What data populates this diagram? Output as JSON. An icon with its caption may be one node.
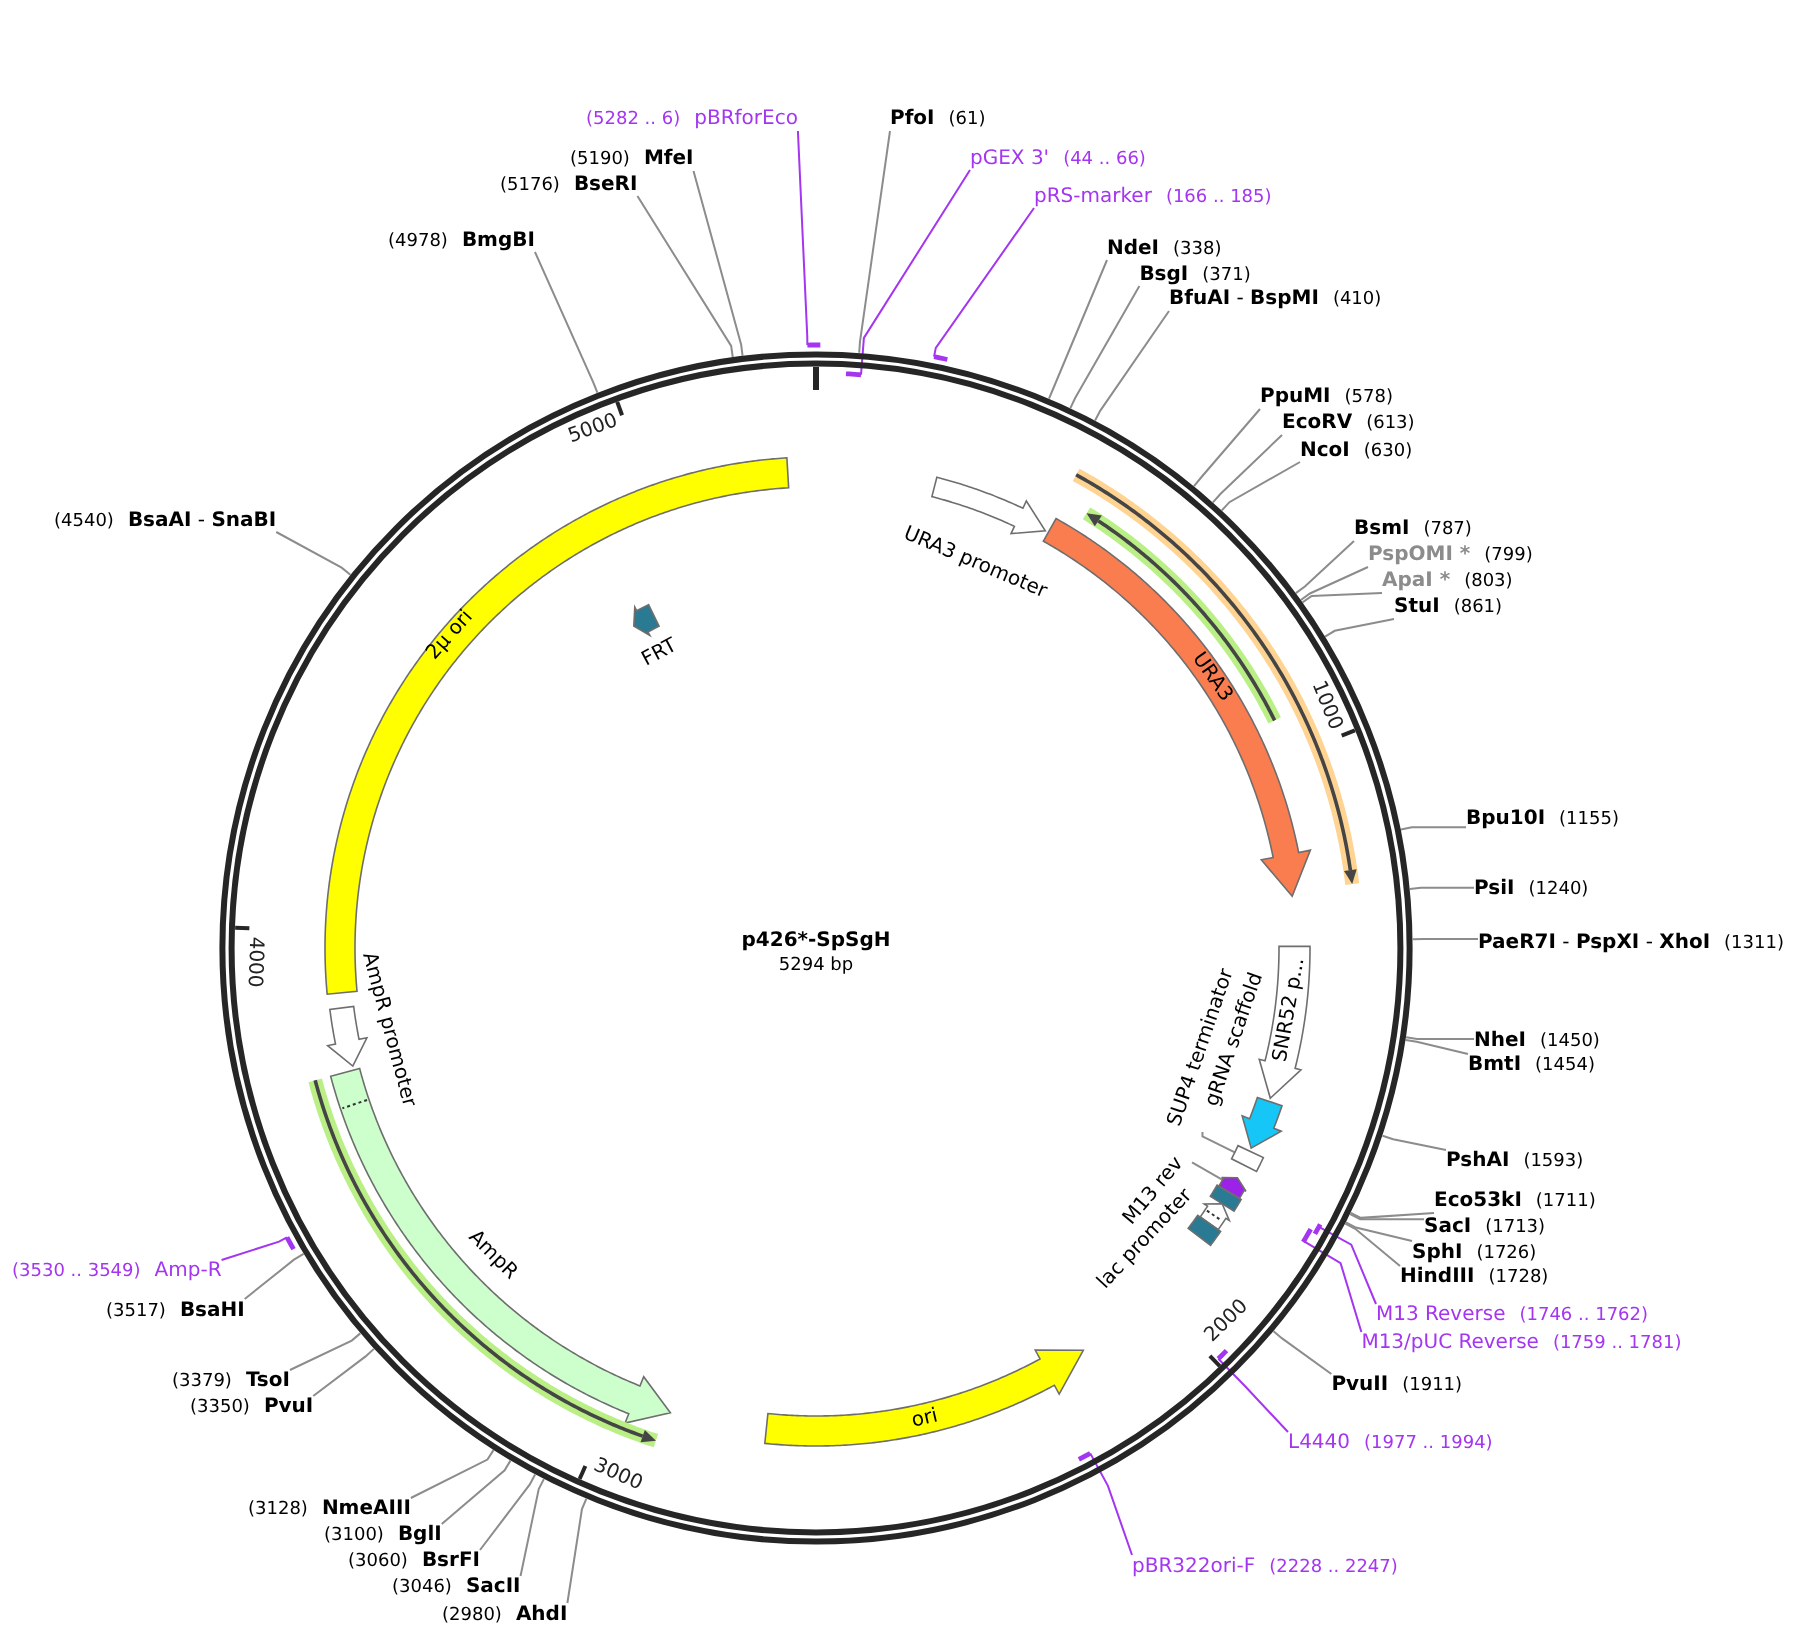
{
  "diagram": {
    "nodes": [
      {
        "text": [
          "p426*-SpSgH",
          "5294 bp"
        ]
      },
      {
        "text": [
          "URA3 promoter"
        ],
        "in": 0
      },
      {
        "text": [
          "URA3"
        ],
        "in": 0
      },
      {
        "text": [
          "SNR52 p..."
        ],
        "in": 0
      },
      {
        "text": [
          "gRNA scaffold"
        ],
        "in": 0
      },
      {
        "text": [
          "SUP4 terminator"
        ],
        "in": 0
      },
      {
        "text": [],
        "shape": "box",
        "in": 0
      },
      {
        "text": [
          "M13 rev"
        ],
        "in": 0
      },
      {
        "text": [],
        "shape": "arrow",
        "in": 0
      },
      {
        "text": [],
        "shape": "box",
        "in": 0
      },
      {
        "text": [
          "lac promoter"
        ],
        "in": 0
      },
      {
        "text": [],
        "shape": "box",
        "in": 0
      },
      {
        "text": [
          "ori"
        ],
        "in": 0
      },
      {
        "text": [
          "AmpR"
        ],
        "in": 0
      },
      {
        "text": [
          "AmpR promoter"
        ],
        "in": 0
      },
      {
        "text": [
          "2μ ori"
        ],
        "in": 0
      },
      {
        "text": [
          "FRT"
        ],
        "in": 0
      },
      {
        "text": [
          "PfoI",
          "(61)"
        ]
      },
      {
        "text": [
          "NdeI",
          "(338)"
        ]
      },
      {
        "text": [
          "BsgI",
          "(371)"
        ]
      },
      {
        "text": [
          "**BfuAI** - **BspMI**",
          "(410)"
        ]
      },
      {
        "text": [
          "PpuMI",
          "(578)"
        ]
      },
      {
        "text": [
          "EcoRV",
          "(613)"
        ]
      },
      {
        "text": [
          "NcoI",
          "(630)"
        ]
      },
      {
        "text": [
          "BsmI",
          "(787)"
        ]
      },
      {
        "text": [
          "PspOMI *",
          "(799)"
        ]
      },
      {
        "text": [
          "ApaI *",
          "(803)"
        ]
      },
      {
        "text": [
          "StuI",
          "(861)"
        ]
      },
      {
        "text": [
          "Bpu10I",
          "(1155)"
        ]
      },
      {
        "text": [
          "PsiI",
          "(1240)"
        ]
      },
      {
        "text": [
          "**PaeR7I** - **PspXI** - **XhoI**",
          "(1311)"
        ]
      },
      {
        "text": [
          "NheI",
          "(1450)"
        ]
      },
      {
        "text": [
          "BmtI",
          "(1454)"
        ]
      },
      {
        "text": [
          "PshAI",
          "(1593)"
        ]
      },
      {
        "text": [
          "Eco53kI",
          "(1711)"
        ]
      },
      {
        "text": [
          "SacI",
          "(1713)"
        ]
      },
      {
        "text": [
          "SphI",
          "(1726)"
        ]
      },
      {
        "text": [
          "HindIII",
          "(1728)"
        ]
      },
      {
        "text": [
          "PvuII",
          "(1911)"
        ]
      },
      {
        "text": [
          "(2980)",
          "AhdI"
        ]
      },
      {
        "text": [
          "(3046)",
          "SacII"
        ]
      },
      {
        "text": [
          "(3060)",
          "BsrFI"
        ]
      },
      {
        "text": [
          "(3100)",
          "BglI"
        ]
      },
      {
        "text": [
          "(3128)",
          "NmeAIII"
        ]
      },
      {
        "text": [
          "(3350)",
          "PvuI"
        ]
      },
      {
        "text": [
          "(3379)",
          "TsoI"
        ]
      },
      {
        "text": [
          "(3517)",
          "BsaHI"
        ]
      },
      {
        "text": [
          "(4540)",
          "**BsaAI** - **SnaBI**"
        ]
      },
      {
        "text": [
          "(4978)",
          "BmgBI"
        ]
      },
      {
        "text": [
          "(5176)",
          "BseRI"
        ]
      },
      {
        "text": [
          "(5190)",
          "MfeI"
        ]
      },
      {
        "text": [
          "(5282 .. 6)",
          "pBRforEco"
        ]
      },
      {
        "text": [
          "pGEX 3'",
          "(44 .. 66)"
        ]
      },
      {
        "text": [
          "pRS-marker",
          "(166 .. 185)"
        ]
      },
      {
        "text": [
          "M13 Reverse",
          "(1746 .. 1762)"
        ]
      },
      {
        "text": [
          "M13/pUC Reverse",
          "(1759 .. 1781)"
        ]
      },
      {
        "text": [
          "L4440",
          "(1977 .. 1994)"
        ]
      },
      {
        "text": [
          "pBR322ori-F",
          "(2228 .. 2247)"
        ]
      },
      {
        "text": [
          "(3530 .. 3549)",
          "Amp-R"
        ]
      },
      {
        "text": [],
        "shape": "bar"
      },
      {
        "text": [],
        "shape": "bar",
        "in": 0
      },
      {
        "text": [],
        "shape": "bar"
      },
      {
        "text": [],
        "shape": "bar",
        "in": 0
      },
      {
        "text": [],
        "shape": "bar",
        "in": 0
      },
      {
        "text": [],
        "shape": "bar",
        "in": 0
      },
      {
        "text": [],
        "shape": "bar",
        "in": 0
      },
      {
        "text": [],
        "shape": "bar"
      }
    ],
    "edges": [
      {
        "from": 17,
        "to": 0,
        "arrow": "none"
      },
      {
        "from": 18,
        "to": 0,
        "arrow": "none"
      },
      {
        "from": 19,
        "to": 0,
        "arrow": "none"
      },
      {
        "from": 20,
        "to": 0,
        "arrow": "none"
      },
      {
        "from": 21,
        "to": 0,
        "arrow": "none"
      },
      {
        "from": 22,
        "to": 0,
        "arrow": "none"
      },
      {
        "from": 23,
        "to": 0,
        "arrow": "none"
      },
      {
        "from": 24,
        "to": 0,
        "arrow": "none"
      },
      {
        "from": 25,
        "to": 0,
        "arrow": "none"
      },
      {
        "from": 26,
        "to": 0,
        "arrow": "none"
      },
      {
        "from": 27,
        "to": 0,
        "arrow": "none"
      },
      {
        "from": 28,
        "to": 0,
        "arrow": "none"
      },
      {
        "from": 29,
        "to": 0,
        "arrow": "none"
      },
      {
        "from": 30,
        "to": 0,
        "arrow": "none"
      },
      {
        "from": 31,
        "to": 0,
        "arrow": "none"
      },
      {
        "from": 32,
        "to": 0,
        "arrow": "none"
      },
      {
        "from": 33,
        "to": 0,
        "arrow": "none"
      },
      {
        "from": 34,
        "to": 0,
        "arrow": "none"
      },
      {
        "from": 35,
        "to": 0,
        "arrow": "none"
      },
      {
        "from": 36,
        "to": 0,
        "arrow": "none"
      },
      {
        "from": 37,
        "to": 0,
        "arrow": "none"
      },
      {
        "from": 38,
        "to": 0,
        "arrow": "none"
      },
      {
        "from": 39,
        "to": 0,
        "arrow": "none"
      },
      {
        "from": 40,
        "to": 0,
        "arrow": "none"
      },
      {
        "from": 41,
        "to": 0,
        "arrow": "none"
      },
      {
        "from": 42,
        "to": 0,
        "arrow": "none"
      },
      {
        "from": 43,
        "to": 0,
        "arrow": "none"
      },
      {
        "from": 44,
        "to": 0,
        "arrow": "none"
      },
      {
        "from": 45,
        "to": 0,
        "arrow": "none"
      },
      {
        "from": 46,
        "to": 0,
        "arrow": "none"
      },
      {
        "from": 47,
        "to": 0,
        "arrow": "none"
      },
      {
        "from": 48,
        "to": 0,
        "arrow": "none"
      },
      {
        "from": 49,
        "to": 0,
        "arrow": "none"
      },
      {
        "from": 50,
        "to": 0,
        "arrow": "none"
      },
      {
        "from": 51,
        "to": 59,
        "arrow": "none",
        "color": "#a435f0"
      },
      {
        "from": 52,
        "to": 60,
        "arrow": "none",
        "color": "#a435f0"
      },
      {
        "from": 53,
        "to": 61,
        "arrow": "none",
        "color": "#a435f0"
      },
      {
        "from": 54,
        "to": 62,
        "arrow": "none",
        "color": "#a435f0"
      },
      {
        "from": 55,
        "to": 63,
        "arrow": "none",
        "color": "#a435f0"
      },
      {
        "from": 56,
        "to": 64,
        "arrow": "none",
        "color": "#a435f0"
      },
      {
        "from": 57,
        "to": 65,
        "arrow": "none",
        "color": "#a435f0"
      },
      {
        "from": 58,
        "to": 66,
        "arrow": "none",
        "color": "#a435f0"
      },
      {
        "from": 5,
        "to": 6,
        "arrow": "none"
      },
      {
        "from": 7,
        "to": 8,
        "arrow": "none"
      }
    ],
    "labels": [
      "1000",
      "2000",
      "3000",
      "4000",
      "5000"
    ]
  }
}
